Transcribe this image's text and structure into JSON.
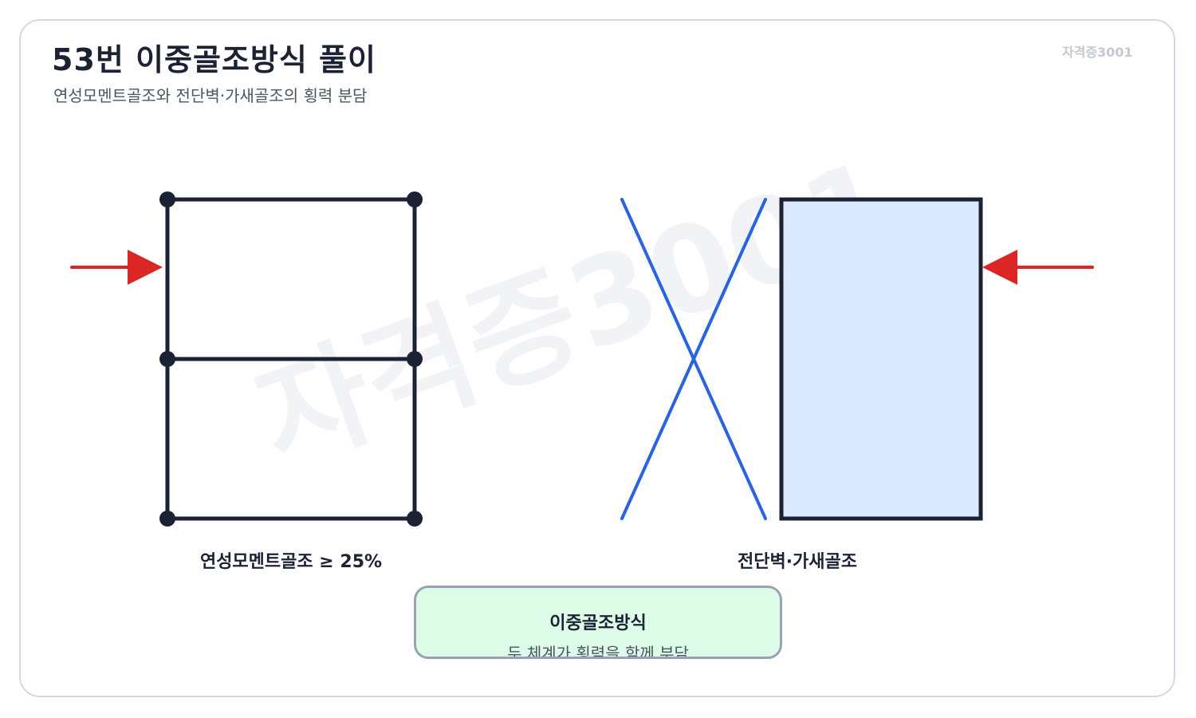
{
  "header": {
    "title": "53번 이중골조방식 풀이",
    "subtitle": "연성모멘트골조와 전단벽·가새골조의 횡력 분담",
    "brand": "자격증3001"
  },
  "watermark": "자격증3001",
  "diagram": {
    "left_label": "연성모멘트골조 ≥ 25%",
    "right_label": "전단벽·가새골조"
  },
  "result": {
    "title": "이중골조방식",
    "subtitle": "두 체계가 횡력을 함께 부담"
  },
  "colors": {
    "frame": "#1b2233",
    "arrow": "#dc2626",
    "brace": "#2563eb",
    "wall_fill": "#dbeafe",
    "result_fill": "#dcfce7",
    "watermark": "#f1f3f6"
  }
}
